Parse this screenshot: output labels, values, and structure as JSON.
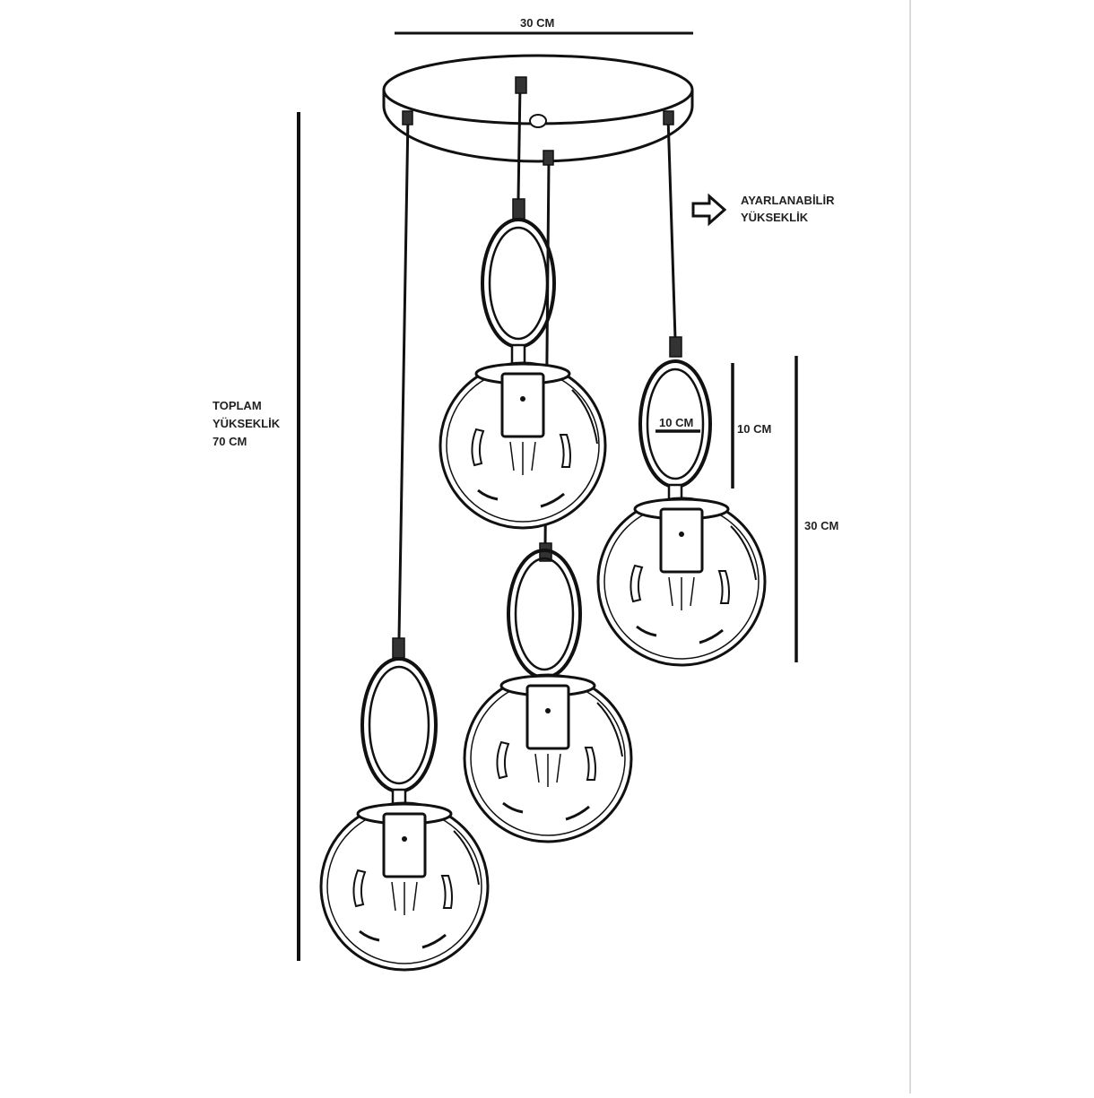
{
  "labels": {
    "width_top": "30 CM",
    "adjustable_line1": "AYARLANABİLİR",
    "adjustable_line2": "YÜKSEKLİK",
    "total_line1": "TOPLAM",
    "total_line2": "YÜKSEKLİK",
    "total_line3": "70 CM",
    "ring_width": "10 CM",
    "ring_height": "10 CM",
    "pendant_height": "30 CM"
  },
  "colors": {
    "line": "#111111",
    "glass": "#ffffff",
    "divider": "#d9d9d9"
  },
  "icons": {
    "arrow": "right-arrow-icon"
  }
}
